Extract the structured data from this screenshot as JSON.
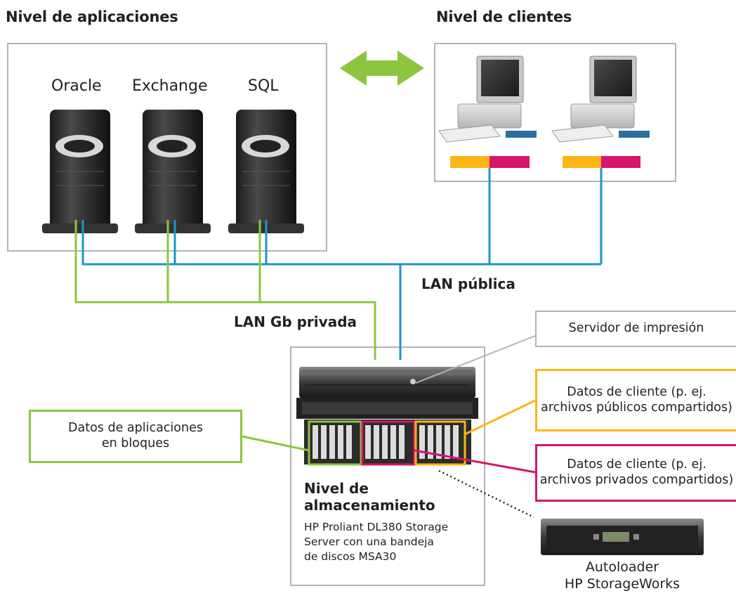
{
  "app_tier": {
    "title": "Nivel de aplicaciones",
    "apps": [
      "Oracle",
      "Exchange",
      "SQL"
    ]
  },
  "client_tier": {
    "title": "Nivel de clientes"
  },
  "networks": {
    "public_lan": "LAN pública",
    "private_lan": "LAN Gb privada"
  },
  "storage_tier": {
    "title_line1": "Nivel de",
    "title_line2": "almacenamiento",
    "desc_lines": [
      "HP Proliant DL380 Storage",
      "Server con una bandeja",
      "de discos MSA30"
    ]
  },
  "callouts": {
    "print_server": "Servidor de impresión",
    "client_public": [
      "Datos de cliente (p. ej.",
      "archivos públicos compartidos)"
    ],
    "client_private": [
      "Datos de cliente (p. ej.",
      "archivos privados compartidos)"
    ],
    "app_data": [
      "Datos de aplicaciones",
      "en bloques"
    ]
  },
  "autoloader": {
    "line1": "Autoloader",
    "line2": "HP StorageWorks"
  },
  "colors": {
    "public_lan": "#1b95c8",
    "private_lan": "#8cc63f",
    "arrow": "#8cc63f",
    "public_data": "#fdb515",
    "private_data": "#d7156b",
    "print_server": "#b3b3b3",
    "box_border": "#b3b3b3"
  }
}
